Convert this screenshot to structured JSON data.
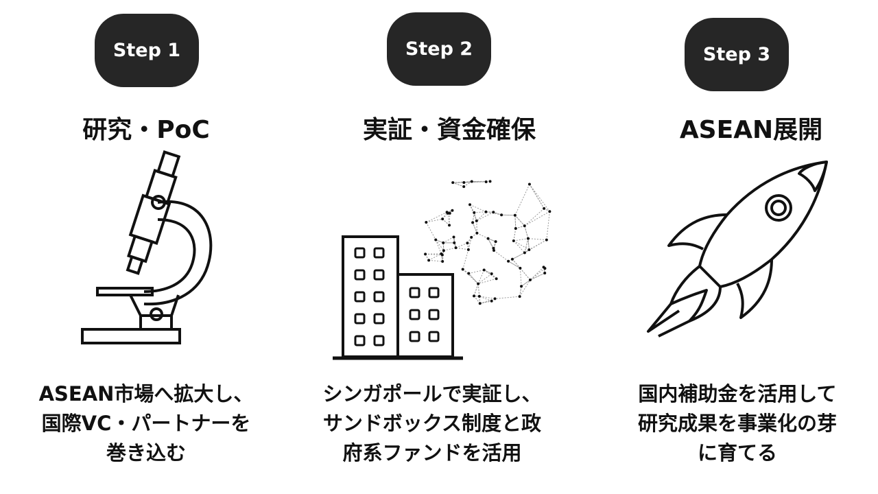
{
  "steps": [
    {
      "label": "Step 1",
      "title": "研究・PoC",
      "icon": "microscope-icon",
      "description": [
        "ASEAN市場へ拡大し、",
        "国際VC・パートナーを",
        "巻き込む"
      ]
    },
    {
      "label": "Step 2",
      "title": "実証・資金確保",
      "icon": "city-network-icon",
      "description": [
        "シンガポールで実証し、",
        "サンドボックス制度と政",
        "府系ファンドを活用"
      ]
    },
    {
      "label": "Step 3",
      "title": "ASEAN展開",
      "icon": "rocket-icon",
      "description": [
        "国内補助金を活用して",
        "研究成果を事業化の芽",
        "に育てる"
      ]
    }
  ],
  "colors": {
    "pill": "#262626",
    "text": "#111111",
    "background": "#ffffff"
  }
}
